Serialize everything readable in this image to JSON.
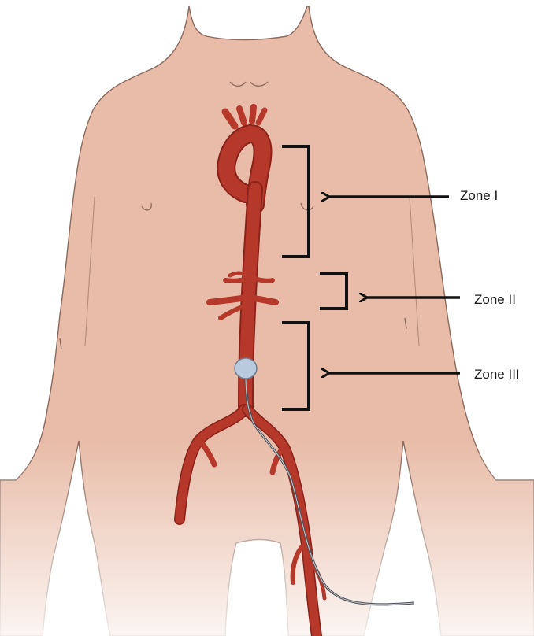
{
  "zones": [
    {
      "label": "Zone I"
    },
    {
      "label": "Zone II"
    },
    {
      "label": "Zone III"
    }
  ],
  "colors": {
    "skin": "#e8bca8",
    "skin_outline": "#8c6a5c",
    "artery": "#b5382b",
    "artery_dark": "#8a2219",
    "balloon": "#b9c9de",
    "catheter": "#555a60",
    "annotation": "#111111"
  }
}
